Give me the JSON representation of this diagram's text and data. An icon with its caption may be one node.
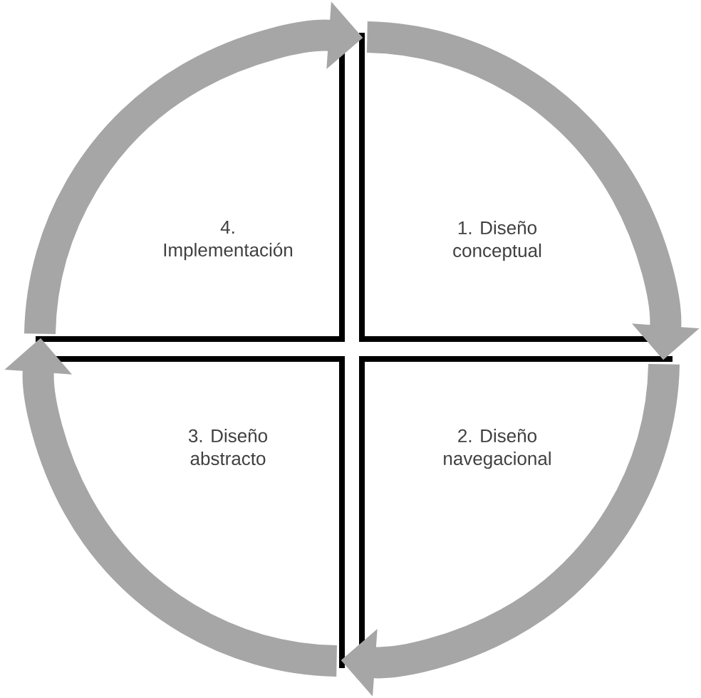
{
  "diagram": {
    "nodes": [
      {
        "text": [
          "4. Implementación"
        ]
      },
      {
        "text": [
          "1. Diseño conceptual"
        ]
      },
      {
        "text": [
          "3. Diseño abstracto"
        ]
      },
      {
        "text": [
          "2. Diseño navegacional"
        ]
      }
    ],
    "edges": [
      {
        "from": 1,
        "to": 3,
        "arrow": "to"
      },
      {
        "from": 3,
        "to": 2,
        "arrow": "to"
      },
      {
        "from": 2,
        "to": 0,
        "arrow": "to"
      },
      {
        "from": 0,
        "to": 1,
        "arrow": "to"
      }
    ]
  }
}
